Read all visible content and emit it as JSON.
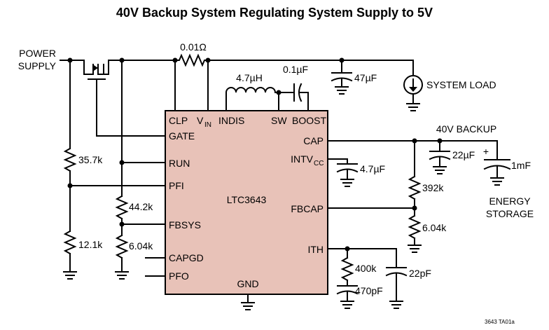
{
  "title": "40V Backup System Regulating System Supply to 5V",
  "ic": {
    "name": "LTC3643",
    "fill": "#e8c2b8",
    "pins": {
      "clp": "CLP",
      "vin": "V",
      "vin_sub": "IN",
      "indis": "INDIS",
      "sw": "SW",
      "boost": "BOOST",
      "gate": "GATE",
      "run": "RUN",
      "pfi": "PFI",
      "fbsys": "FBSYS",
      "capgd": "CAPGD",
      "pfo": "PFO",
      "cap": "CAP",
      "intvcc": "INTV",
      "intvcc_sub": "CC",
      "fbcap": "FBCAP",
      "ith": "ITH",
      "gnd": "GND"
    }
  },
  "labels": {
    "power_supply_1": "POWER",
    "power_supply_2": "SUPPLY",
    "system_load": "SYSTEM LOAD",
    "backup": "40V BACKUP",
    "energy_1": "ENERGY",
    "energy_2": "STORAGE",
    "figure_id": "3643 TA01a"
  },
  "components": {
    "r_sense": "0.01Ω",
    "inductor": "4.7µH",
    "c_boost": "0.1µF",
    "c_in": "47µF",
    "r_pfi_top": "35.7k",
    "r_pfi_bot": "12.1k",
    "r_fbsys_top": "44.2k",
    "r_fbsys_bot": "6.04k",
    "c_intvcc": "4.7µF",
    "c_cap": "22µF",
    "c_storage": "1mF",
    "r_fbcap_top": "392k",
    "r_fbcap_bot": "6.04k",
    "r_ith": "400k",
    "c_ith": "470pF",
    "c_ith2": "22pF",
    "polarity": "+"
  }
}
